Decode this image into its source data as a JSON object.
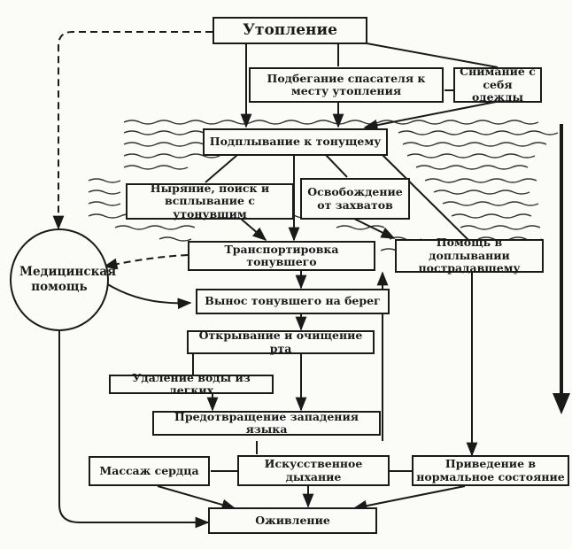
{
  "nodes": {
    "drowning": "Утопление",
    "running": "Подбегание спасателя к месту утопления",
    "undressing": "Снимание с себя одежды",
    "swimming_up": "Подплывание к тонущему",
    "diving": "Ныряние, поиск и всплывание с утонувшим",
    "release": "Освобождение от захватов",
    "transport": "Транспортировка тонувшего",
    "help_swimming": "Помощь в доплывании пострадавшему",
    "medical": "Медицинская помощь",
    "carry_out": "Вынос тонувшего на берег",
    "mouth": "Открывание и очищение рта",
    "lungs": "Удаление воды из легких",
    "tongue": "Предотвращение западения языка",
    "heart_massage": "Массаж сердца",
    "breathing": "Искусственное дыхание",
    "normalize": "Приведение в нормальное состояние",
    "revival": "Оживление"
  }
}
